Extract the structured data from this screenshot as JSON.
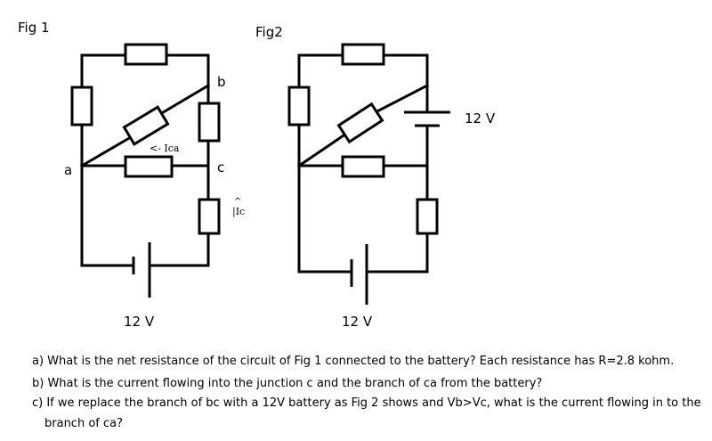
{
  "figures": {
    "fig1": {
      "title": "Fig 1",
      "node_a": "a",
      "node_b": "b",
      "node_c": "c",
      "current_ica": "<- Ica",
      "current_ic_arrow": "^",
      "current_ic": "|Ic",
      "battery_label": "12 V"
    },
    "fig2": {
      "title": "Fig2",
      "battery_top_label": "12 V",
      "battery_bottom_label": "12 V"
    }
  },
  "questions": {
    "a": "a) What is the net resistance of the circuit of Fig 1 connected to the battery? Each resistance has R=2.8 kohm.",
    "b": "b) What is the current flowing into the junction c and the branch of ca from the battery?",
    "c1": "c) If we replace the branch of  bc with a 12V battery as Fig 2 shows and Vb>Vc, what is the current flowing in to the",
    "c2": "branch of ca?"
  }
}
